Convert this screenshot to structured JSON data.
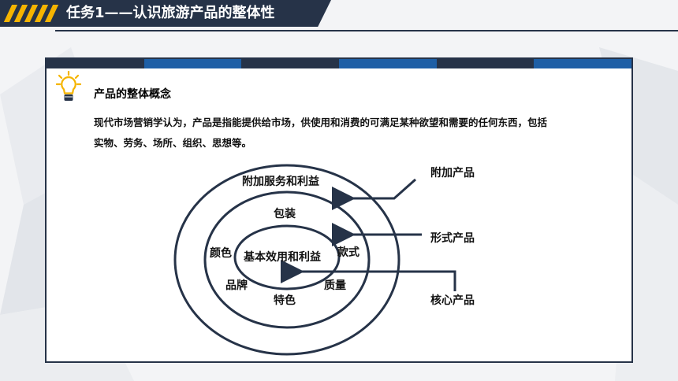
{
  "header": {
    "title": "任务1——认识旅游产品的整体性"
  },
  "section": {
    "heading": "产品的整体概念",
    "paragraph_line1": "现代市场营销学认为，产品是指能提供给市场，供使用和消费的可满足某种欲望和需要的任何东西，包括",
    "paragraph_line2": "实物、劳务、场所、组织、思想等。"
  },
  "diagram": {
    "outer_ring": "附加服务和利益",
    "middle_ring": [
      "包装",
      "颜色",
      "款式",
      "品牌",
      "质量",
      "特色"
    ],
    "core": "基本效用和利益",
    "side_labels": [
      "附加产品",
      "形式产品",
      "核心产品"
    ]
  },
  "colors": {
    "navy": "#263348",
    "accent_blue": "#1e5fa6",
    "stripe": "#f5b400"
  },
  "icons": {
    "bulb": "lightbulb-icon"
  }
}
